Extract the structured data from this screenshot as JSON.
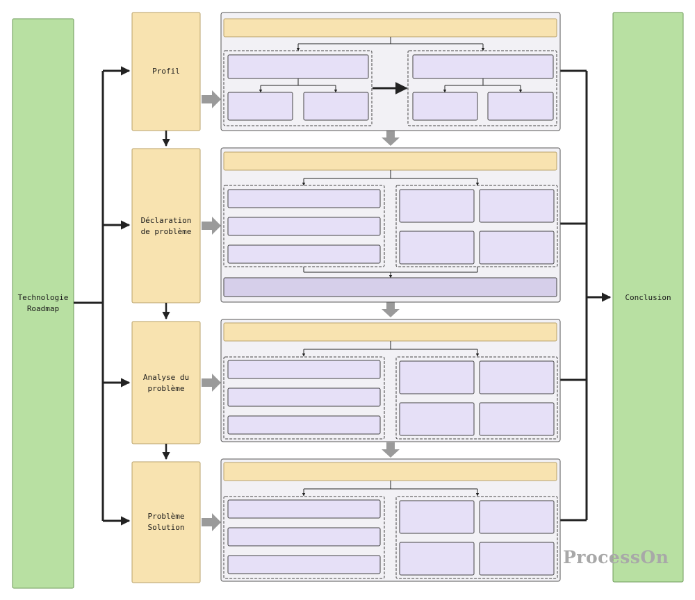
{
  "diagram": {
    "left_title": "Technologie\nRoadmap",
    "right_title": "Conclusion",
    "stages": [
      {
        "label": "Profil"
      },
      {
        "label": "Déclaration\nde problème"
      },
      {
        "label": "Analyse du\nproblème"
      },
      {
        "label": "Problème\nSolution"
      }
    ],
    "watermark": "ProcessOn"
  },
  "colors": {
    "green": "#b8e0a2",
    "green_border": "#6e9a5a",
    "yellow": "#f8e3b0",
    "yellow_border": "#b9a26a",
    "panel": "#f2f1f5",
    "purple": "#e6e0f7",
    "purple_dark": "#d6cfea",
    "gray_arrow": "#9a9a9a",
    "line": "#222222"
  }
}
